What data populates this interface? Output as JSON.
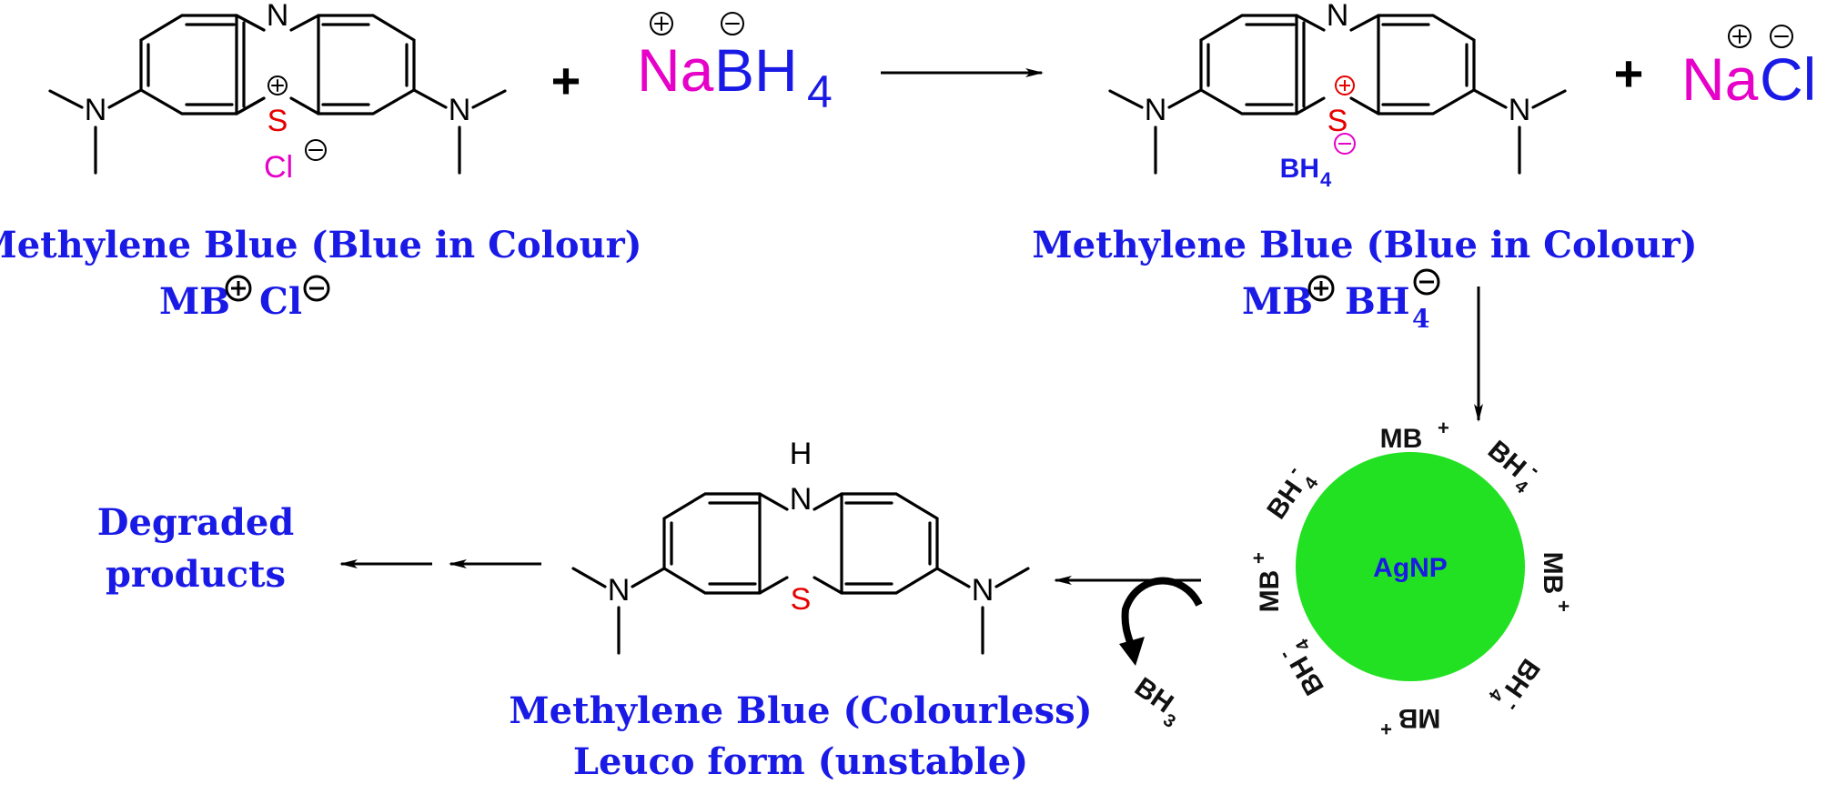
{
  "colors": {
    "label_blue": "#1a1ae6",
    "magenta": "#e600c8",
    "sulfur_red": "#e60000",
    "nanoparticle_green": "#22e022"
  },
  "atoms": {
    "nitrogen": "N",
    "sulfur": "S",
    "nh": "H"
  },
  "reactants": {
    "cl_ion": "Cl",
    "nabh4_na": "Na",
    "nabh4_bh": "BH",
    "nabh4_sub": "4",
    "plus_sign": "+"
  },
  "products": {
    "bh4_counter": "BH",
    "bh4_sub": "4",
    "nacl_na": "Na",
    "nacl_cl": "Cl",
    "plus_sign": "+"
  },
  "labels": {
    "mb_cl_line1": "Methylene Blue (Blue in Colour)",
    "mb_cl_line2_a": "MB",
    "mb_cl_line2_b": "Cl",
    "mb_bh4_line1": "Methylene Blue (Blue in Colour)",
    "mb_bh4_line2_a": "MB",
    "mb_bh4_line2_b": "BH",
    "mb_bh4_line2_sub": "4",
    "leuco_line1": "Methylene Blue (Colourless)",
    "leuco_line2": "Leuco form (unstable)",
    "degraded_line1": "Degraded",
    "degraded_line2": "products"
  },
  "nanoparticle": {
    "core_label": "AgNP",
    "mb_plus": "MB",
    "plus": "+",
    "bh4": "BH",
    "sub4": "4",
    "minus": "-"
  },
  "byproduct": {
    "bh3": "BH",
    "sub3": "3"
  }
}
